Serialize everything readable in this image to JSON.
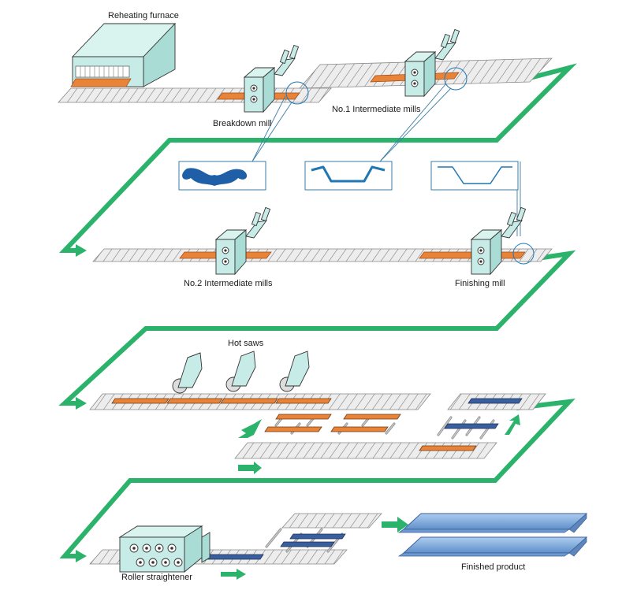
{
  "labels": {
    "reheating_furnace": "Reheating furnace",
    "breakdown_mill": "Breakdown mill",
    "no1_intermediate_mills": "No.1 Intermediate mills",
    "no2_intermediate_mills": "No.2 Intermediate mills",
    "finishing_mill": "Finishing mill",
    "hot_saws": "Hot saws",
    "roller_straightener": "Roller straightener",
    "finished_product": "Finished product"
  },
  "colors": {
    "flow_arrow": "#2bb36b",
    "hot_steel": "#e8843a",
    "hot_steel_edge": "#a04a10",
    "cooled_steel": "#3a5f9e",
    "machine_fill": "#c7ebe6",
    "machine_stroke": "#333333",
    "profile_stroke": "#1f77b4",
    "profile_box": "#3b7da6",
    "finished_product": "#8fb7e3",
    "roller_stripe": "#666666"
  },
  "icons": [
    "reheating-furnace-icon",
    "rolling-mill-icon",
    "hot-saw-icon",
    "roller-straightener-icon",
    "flow-arrow-icon",
    "section-profile-icon"
  ]
}
